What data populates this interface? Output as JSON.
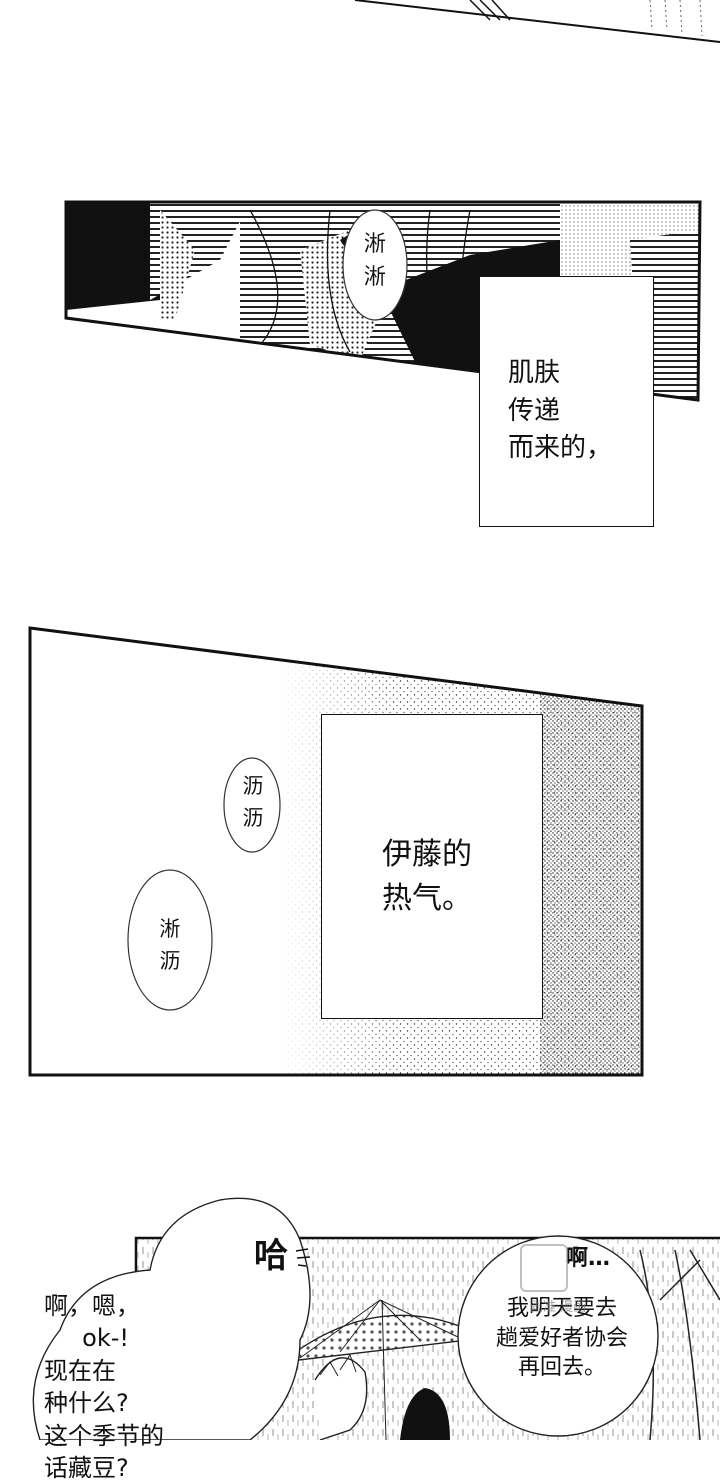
{
  "panel_1": {
    "sfx": "淅\n淅",
    "caption": "肌肤\n传递\n而来的，"
  },
  "panel_2": {
    "sfx_1": "沥\n沥",
    "sfx_2": "淅\n沥",
    "caption": "伊藤的\n热气。"
  },
  "panel_3": {
    "laugh_sfx": "哈",
    "left_bubble": "啊，嗯，\n     ok-!\n现在在\n种什么?\n这个季节的\n话藏豆?",
    "right_bubble_top": "啊…",
    "right_bubble": "我明天要去\n趟爱好者协会\n再回去。",
    "watermark": "画准 漫画"
  }
}
